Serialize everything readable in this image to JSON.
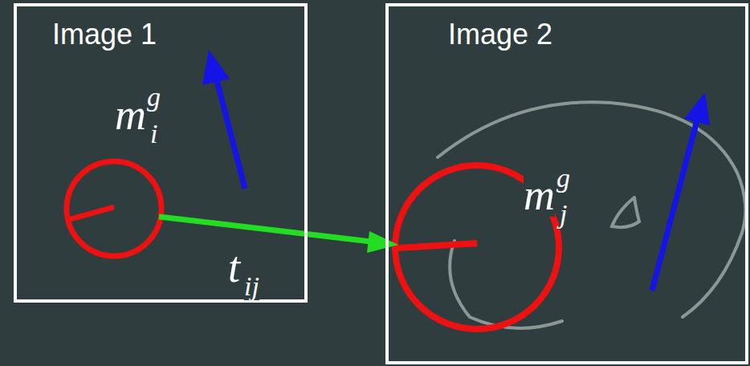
{
  "diagram": {
    "nodes": [
      {
        "text": [
          "Image 1"
        ]
      },
      {
        "text": [
          "Image 2"
        ]
      }
    ],
    "labels": [
      "m",
      "g",
      "i",
      "t",
      "ij",
      "m",
      "g",
      "j"
    ]
  }
}
